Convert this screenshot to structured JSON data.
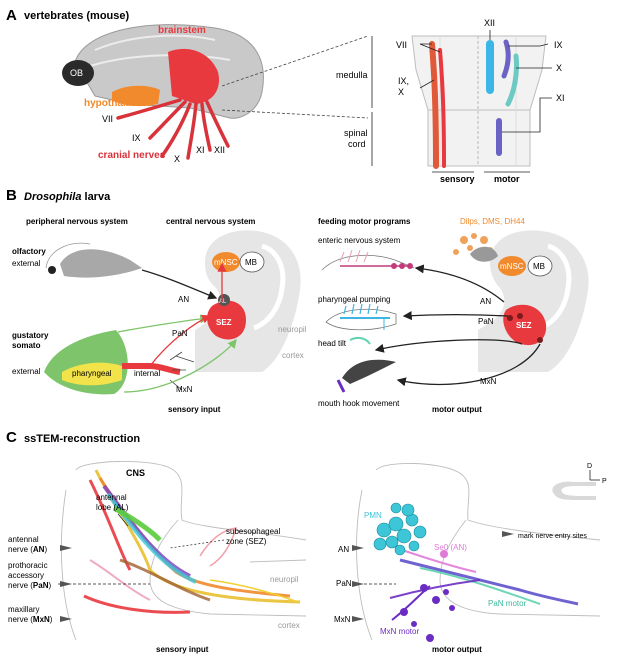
{
  "panelA": {
    "letter": "A",
    "title": "vertebrates (mouse)",
    "labels": {
      "brainstem": "brainstem",
      "ob": "OB",
      "hypothalamus": "hypothalamus",
      "cranial_nerves": "cranial nerves"
    },
    "nerves": {
      "vii": "VII",
      "ix": "IX",
      "x": "X",
      "xi": "XI",
      "xii": "XII"
    },
    "schematic": {
      "medulla": "medulla",
      "spinal_cord_1": "spinal",
      "spinal_cord_2": "cord",
      "vii": "VII",
      "ix_x_1": "IX,",
      "ix_x_2": "X",
      "xii": "XII",
      "ix": "IX",
      "x": "X",
      "xi": "XI",
      "sensory": "sensory",
      "motor": "motor"
    },
    "colors": {
      "brainstem": "#e8393f",
      "hypothalamus": "#f08a2c",
      "nerve": "#d8323a"
    }
  },
  "panelB": {
    "letter": "B",
    "title_italic": "Drosophila",
    "title_rest": " larva",
    "left": {
      "pns": "peripheral nervous system",
      "cns": "central nervous system",
      "olfactory": "olfactory",
      "external1": "external",
      "gustatory": "gustatory",
      "somato": "somato",
      "external2": "external",
      "pharyngeal": "pharyngeal",
      "internal": "internal",
      "mnsc": "mNSC",
      "mb": "MB",
      "al": "AL",
      "sez": "SEZ",
      "an": "AN",
      "pan": "PaN",
      "mxn": "MxN",
      "neuropil": "neuropil",
      "cortex": "cortex",
      "sensory_input": "sensory input"
    },
    "right": {
      "feeding": "feeding motor programs",
      "enteric": "enteric nervous system",
      "dilps": "Dilps, DMS, DH44",
      "mnsc": "mNSC",
      "mb": "MB",
      "sez": "SEZ",
      "pumping": "pharyngeal pumping",
      "head_tilt": "head tilt",
      "mouth_hook": "mouth hook movement",
      "an": "AN",
      "pan": "PaN",
      "mxn": "MxN",
      "motor_output": "motor output"
    },
    "colors": {
      "orange": "#f08a2c",
      "red": "#e8393f",
      "green": "#7ec46a",
      "yellow": "#f2e34a"
    }
  },
  "panelC": {
    "letter": "C",
    "title": "ssTEM-reconstruction",
    "left": {
      "cns": "CNS",
      "al_1": "antennal",
      "al_2": "lobe (AL)",
      "sez_1": "subesophageal",
      "sez_2": "zone (SEZ)",
      "an_1": "antennal",
      "an_2": "nerve (",
      "an_b": "AN",
      "an_3": ")",
      "pan_1": "prothoracic",
      "pan_2": "accessory",
      "pan_3": "nerve (",
      "pan_b": "PaN",
      "pan_4": ")",
      "mxn_1": "maxillary",
      "mxn_2": "nerve (",
      "mxn_b": "MxN",
      "mxn_3": ")",
      "neuropil": "neuropil",
      "cortex": "cortex",
      "sensory_input": "sensory input"
    },
    "right": {
      "d": "D",
      "p": "P",
      "pmn": "PMN",
      "se0": "Se0 (AN)",
      "mark": "mark nerve entry sites",
      "an": "AN",
      "pan": "PaN",
      "mxn": "MxN",
      "pan_motor": "PaN motor",
      "mxn_motor": "MxN motor",
      "motor_output": "motor output"
    },
    "colors": {
      "cyan": "#3cc6d8",
      "purple": "#6b2cc4",
      "teal": "#5fd3b0",
      "pink": "#e07ad8"
    }
  }
}
